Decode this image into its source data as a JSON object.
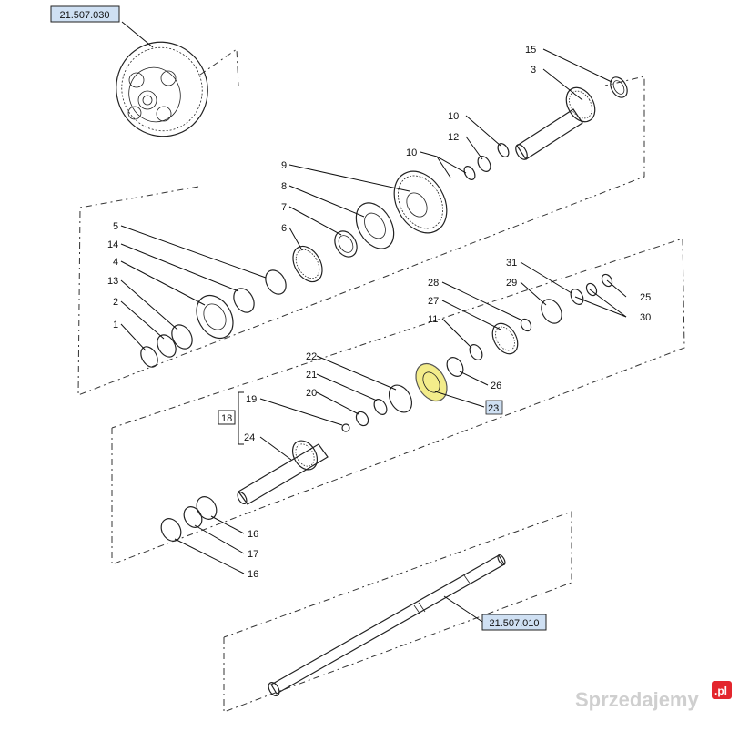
{
  "references": {
    "top_assembly": "21.507.030",
    "bottom_shaft": "21.507.010"
  },
  "highlight": {
    "part": "23",
    "fill_color": "#f3ec8a",
    "label_bg": "#cfe0f3"
  },
  "labels": {
    "p15": "15",
    "p3": "3",
    "p10a": "10",
    "p12": "12",
    "p10b": "10",
    "p9": "9",
    "p8": "8",
    "p7": "7",
    "p6": "6",
    "p5": "5",
    "p14": "14",
    "p4": "4",
    "p13": "13",
    "p2": "2",
    "p1": "1",
    "p31": "31",
    "p29": "29",
    "p25": "25",
    "p30": "30",
    "p28": "28",
    "p27": "27",
    "p11": "11",
    "p22": "22",
    "p21": "21",
    "p20": "20",
    "p26": "26",
    "p23": "23",
    "p18": "18",
    "p19": "19",
    "p24": "24",
    "p16a": "16",
    "p17": "17",
    "p16b": "16"
  },
  "watermark": {
    "text": "Sprzedajemy",
    "badge": ".pl",
    "badge_color": "#e3262d"
  }
}
